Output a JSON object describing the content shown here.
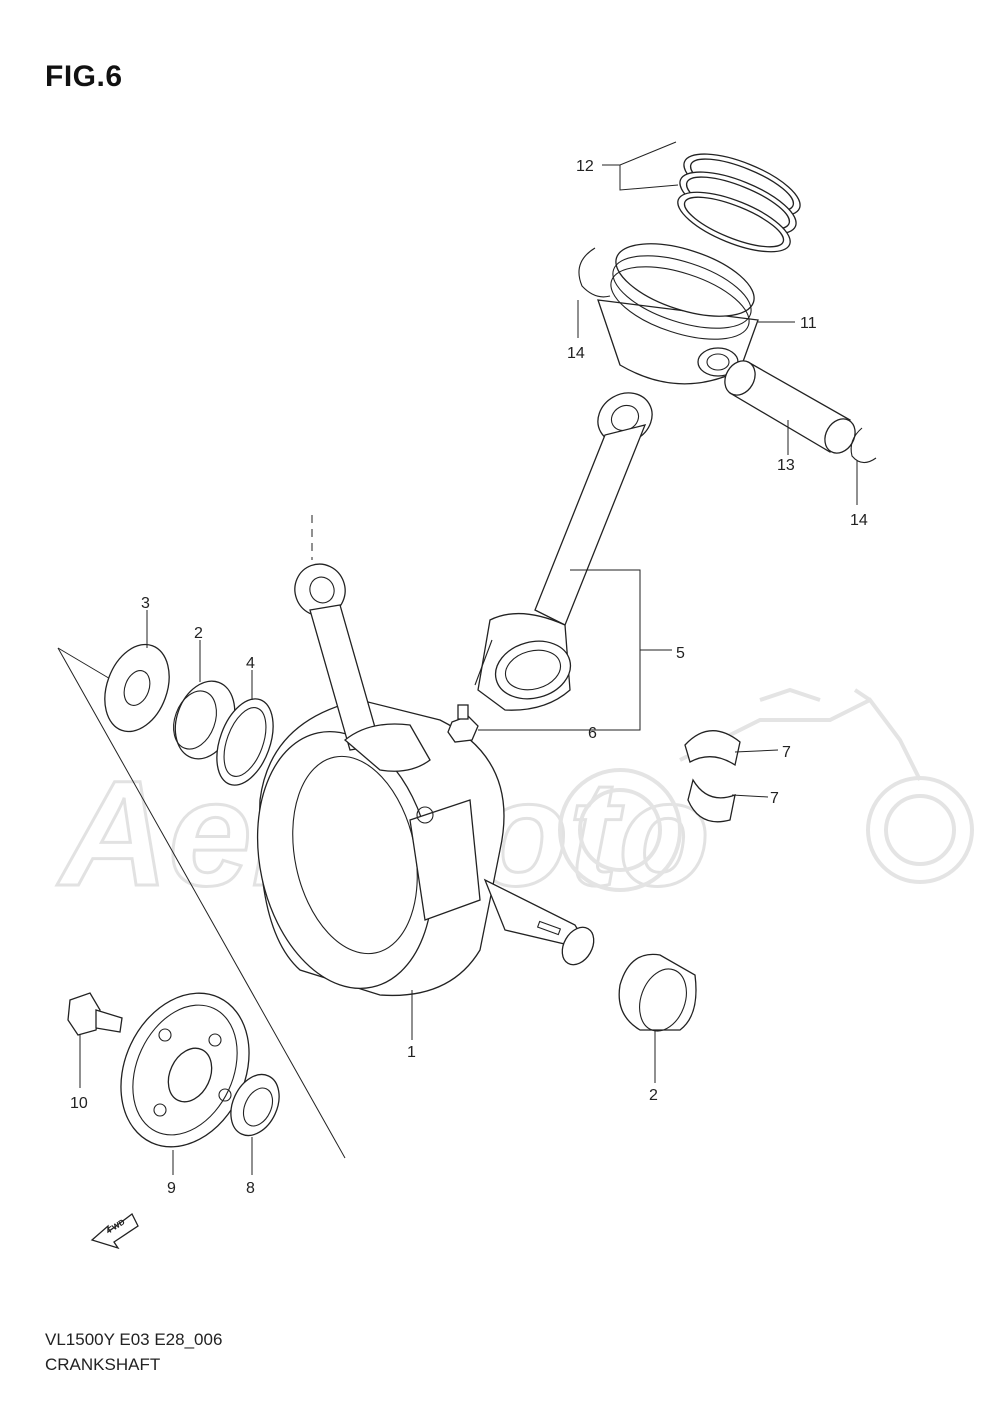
{
  "figure": {
    "title": "FIG.6",
    "model_code": "VL1500Y E03 E28_006",
    "section_name": "CRANKSHAFT"
  },
  "watermark": {
    "text": "AeriMoto",
    "color": "#e6e6e6"
  },
  "fwd_marker": {
    "text": "FWD",
    "icon": "forward-arrow-icon"
  },
  "callouts": [
    {
      "id": "c12",
      "label": "12"
    },
    {
      "id": "c11",
      "label": "11"
    },
    {
      "id": "c14a",
      "label": "14"
    },
    {
      "id": "c14b",
      "label": "14"
    },
    {
      "id": "c13",
      "label": "13"
    },
    {
      "id": "c5",
      "label": "5"
    },
    {
      "id": "c6",
      "label": "6"
    },
    {
      "id": "c7a",
      "label": "7"
    },
    {
      "id": "c7b",
      "label": "7"
    },
    {
      "id": "c3",
      "label": "3"
    },
    {
      "id": "c2a",
      "label": "2"
    },
    {
      "id": "c4",
      "label": "4"
    },
    {
      "id": "c1",
      "label": "1"
    },
    {
      "id": "c2b",
      "label": "2"
    },
    {
      "id": "c10",
      "label": "10"
    },
    {
      "id": "c9",
      "label": "9"
    },
    {
      "id": "c8",
      "label": "8"
    }
  ]
}
